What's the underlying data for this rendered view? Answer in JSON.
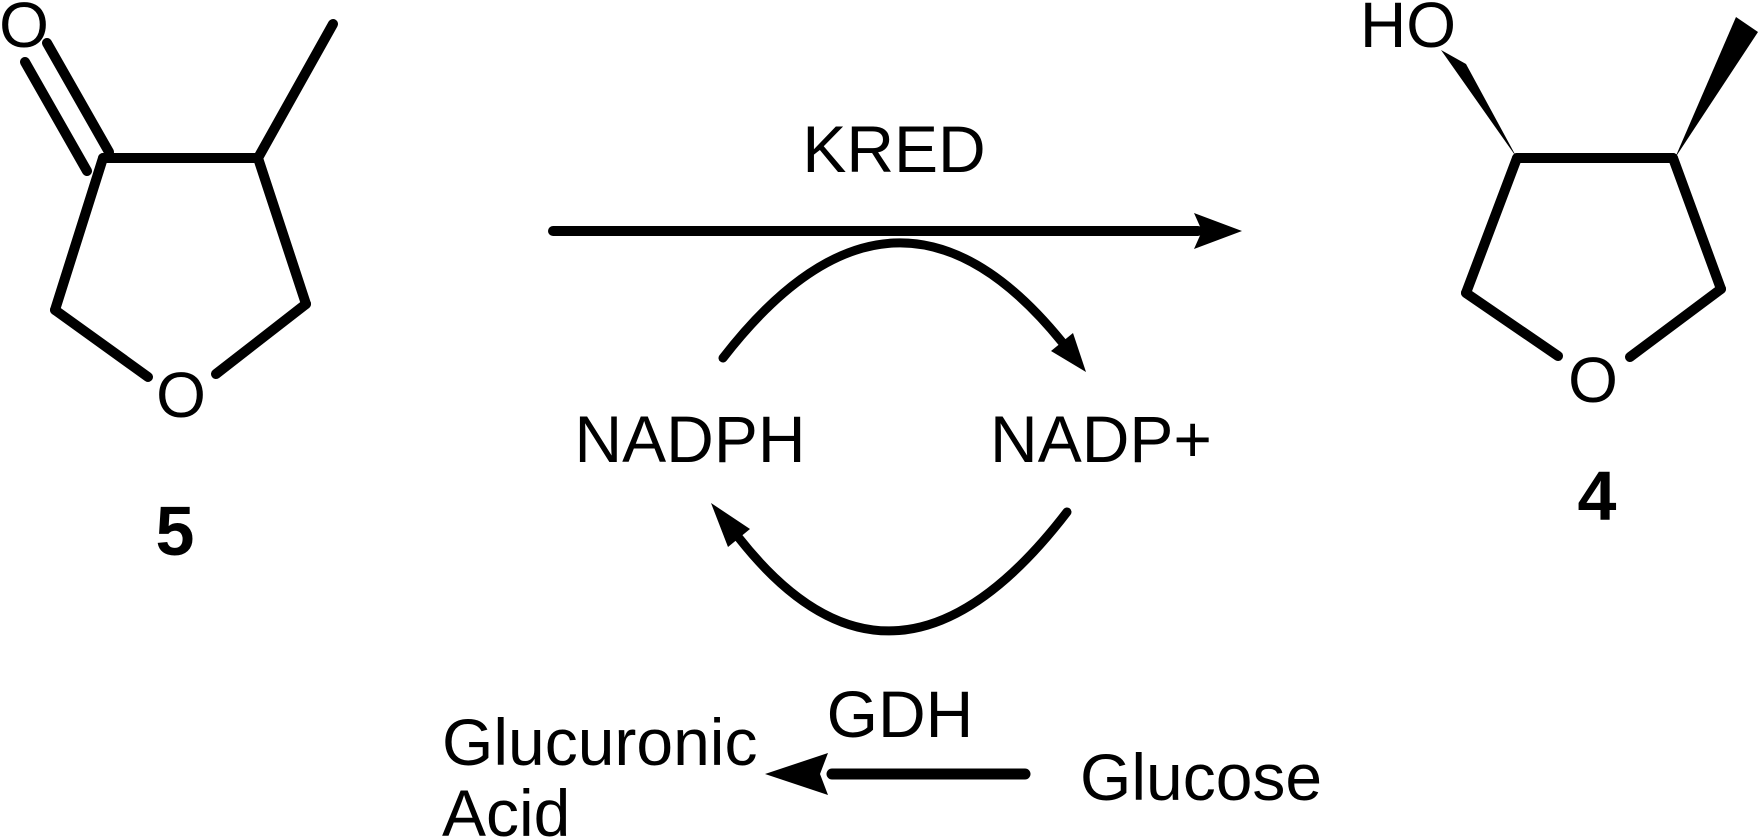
{
  "scheme": {
    "title_hint": "KRED biocatalytic ketone reduction with NADPH cofactor recycling",
    "colors": {
      "ink": "#000000",
      "background": "#ffffff"
    },
    "substrate": {
      "number": "5",
      "carbonyl_oxygen": "O",
      "ring_oxygen": "O"
    },
    "product": {
      "number": "4",
      "hydroxyl": "HO",
      "ring_oxygen": "O"
    },
    "main_reaction": {
      "enzyme": "KRED"
    },
    "cofactor_cycle": {
      "reduced": "NADPH",
      "oxidized": "NADP+"
    },
    "regeneration": {
      "enzyme": "GDH",
      "substrate": "Glucose",
      "product_line1": "Glucuronic",
      "product_line2": "Acid"
    }
  }
}
